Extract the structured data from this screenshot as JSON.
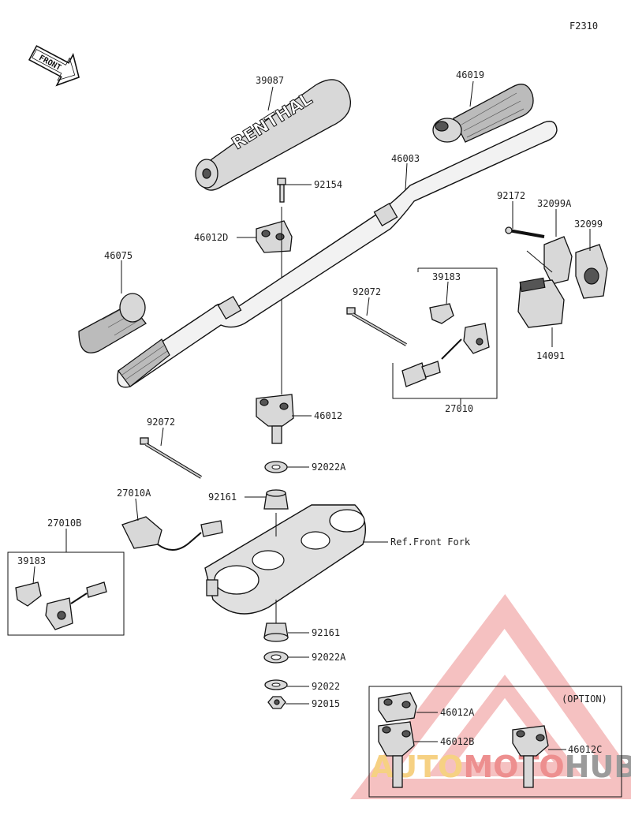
{
  "figure_code": "F2310",
  "front_label": "FRONT",
  "watermark": {
    "part1": "AUTO",
    "part2": "MOTO",
    "part3": "HUB",
    "color1": "#f4c25a",
    "color2": "#e86a6a",
    "color3": "#7a7a7a"
  },
  "labels": {
    "p39087": "39087",
    "p46019": "46019",
    "p92154": "92154",
    "p46003": "46003",
    "p46012D": "46012D",
    "p92172": "92172",
    "p32099A": "32099A",
    "p32099": "32099",
    "p46075": "46075",
    "p92072a": "92072",
    "p39183a": "39183",
    "p14091": "14091",
    "p27010": "27010",
    "p46012": "46012",
    "p92072b": "92072",
    "p92022A": "92022A",
    "p27010A": "27010A",
    "p92161a": "92161",
    "p27010B": "27010B",
    "refFork": "Ref.Front Fork",
    "p39183b": "39183",
    "p92161b": "92161",
    "p92022Ab": "92022A",
    "p92022": "92022",
    "p92015": "92015",
    "option": "(OPTION)",
    "p46012A": "46012A",
    "p46012B": "46012B",
    "p46012C": "46012C"
  },
  "pad_text": "RENTHAL"
}
